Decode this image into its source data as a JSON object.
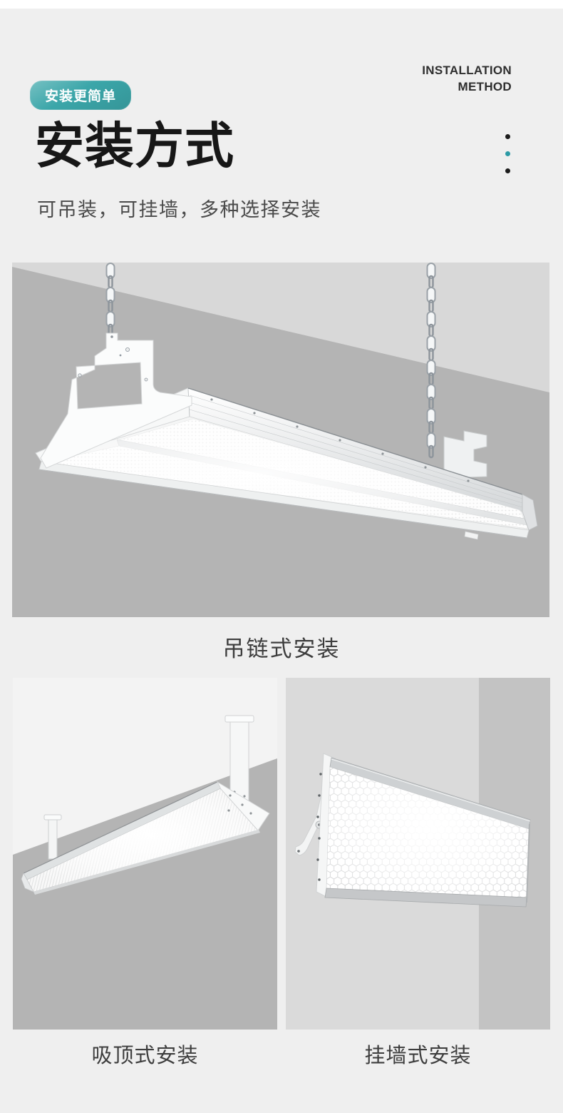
{
  "page": {
    "bg_color": "#efefef",
    "top_strip_color": "#ffffff"
  },
  "header": {
    "badge_label": "安装更简单",
    "badge_color": "#3ba6a9",
    "title": "安装方式",
    "subtitle": "可吊装，可挂墙，多种选择安装",
    "eyebrow": {
      "line1": "INSTALLATION",
      "line2": "METHOD"
    },
    "dots": [
      "#1c1c1c",
      "#2b9aa5",
      "#1c1c1c"
    ]
  },
  "gallery": {
    "main": {
      "caption": "吊链式安装",
      "illustration": "chain-hung-light-photo"
    },
    "bottom_left": {
      "caption": "吸顶式安装",
      "illustration": "ceiling-mounted-light-photo"
    },
    "bottom_right": {
      "caption": "挂墙式安装",
      "illustration": "wall-mounted-light-photo"
    },
    "photo_palette": {
      "backdrop_light": "#d8d8d8",
      "backdrop_dark": "#b4b4b4",
      "ceiling_white": "#f3f3f3",
      "wall_right_light": "#dadada",
      "corner_band": "#c3c3c3"
    }
  }
}
